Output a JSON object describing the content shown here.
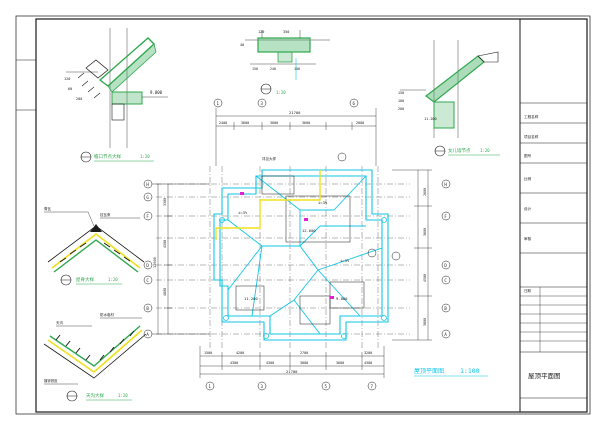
{
  "drawing": {
    "main_scale_label": "1:100",
    "title_block_title": "屋顶平面图",
    "detail_scale_label": "1:20",
    "dims": {
      "top_total": "21700",
      "top_segments": [
        "2400",
        "3600",
        "3000",
        "3600",
        "2800"
      ],
      "bottom_total": "21700",
      "bottom_segments": [
        "4300",
        "4300",
        "3000",
        "3600",
        "4300"
      ],
      "bottom_sub": [
        "1500",
        "4200",
        "2700",
        "3200"
      ],
      "left_total": "12600",
      "left_segments": [
        "3300",
        "4500",
        "4800"
      ],
      "right_segments": [
        "2600",
        "3600",
        "4500",
        "3800"
      ],
      "slope_labels": [
        "i=3%",
        "i=3%",
        "i=3%"
      ],
      "elev_labels": [
        "12.600",
        "11.200",
        "9.800"
      ]
    },
    "axis_letters": [
      "H",
      "G",
      "F",
      "E",
      "D",
      "C",
      "B",
      "A"
    ],
    "axis_numbers": [
      "1",
      "2",
      "3",
      "4",
      "5",
      "6",
      "7"
    ],
    "title_block_rows": [
      "工程名称",
      "项目名称",
      "图号",
      "比例",
      "设计",
      "审核",
      "日期"
    ]
  },
  "colors": {
    "line": "#1a1a1a",
    "green": "#2fa84f",
    "cyan": "#11c6e6",
    "yellow": "#f0e01c",
    "magenta": "#e21fd2"
  }
}
